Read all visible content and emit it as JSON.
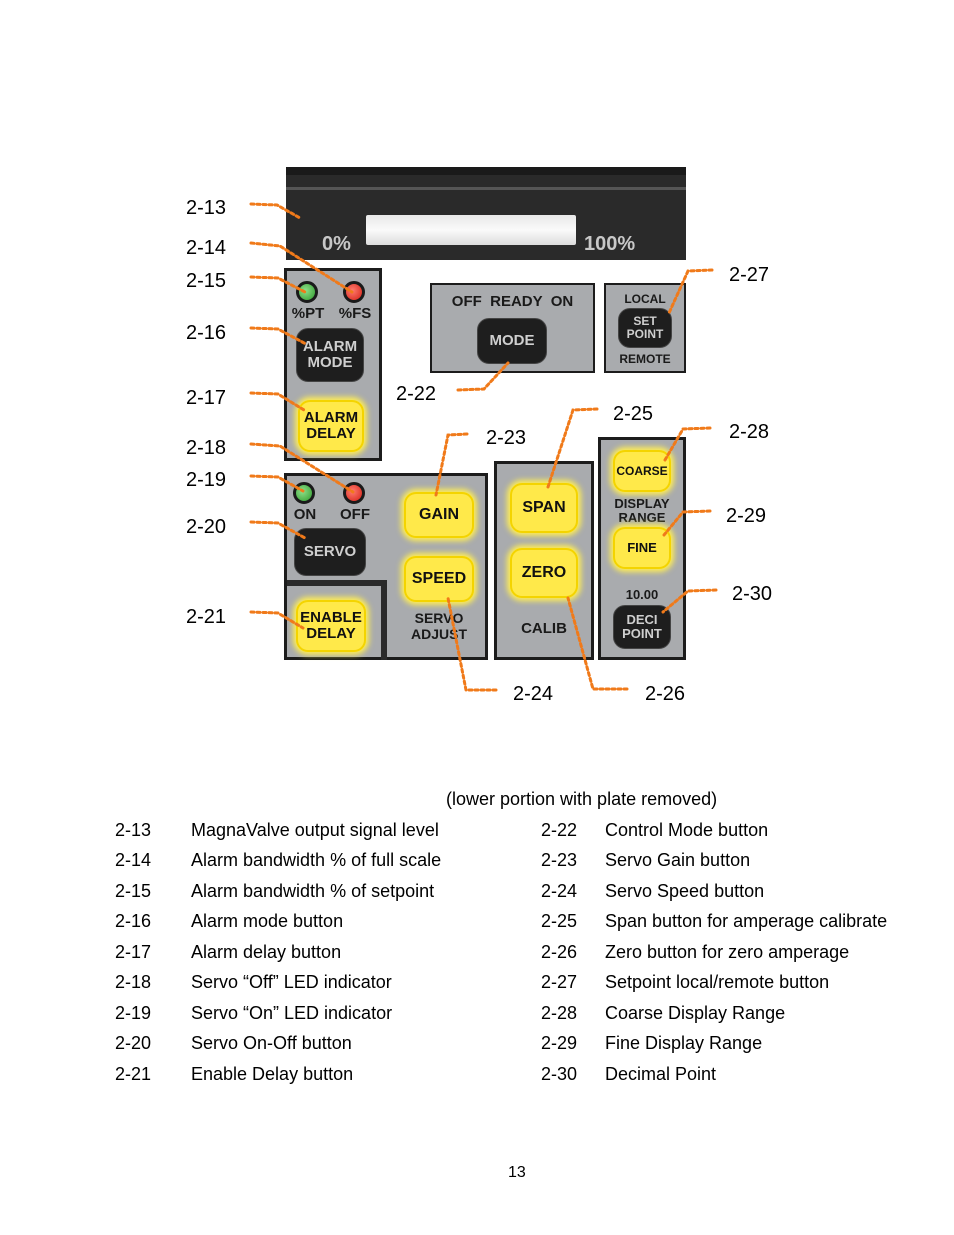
{
  "figure": {
    "bar": {
      "zero_label": "0%",
      "full_label": "100%"
    },
    "alarm": {
      "led_pt_label": "%PT",
      "led_fs_label": "%FS",
      "mode_button": "ALARM\nMODE",
      "delay_button": "ALARM\nDELAY"
    },
    "mode_panel": {
      "states": "OFF  READY  ON",
      "button": "MODE"
    },
    "setpoint_panel": {
      "top": "LOCAL",
      "button": "SET\nPOINT",
      "bottom": "REMOTE"
    },
    "servo": {
      "on_label": "ON",
      "off_label": "OFF",
      "servo_button": "SERVO",
      "enable_delay_button": "ENABLE\nDELAY",
      "gain_button": "GAIN",
      "speed_button": "SPEED",
      "adjust_label": "SERVO\nADJUST"
    },
    "calib": {
      "span_button": "SPAN",
      "zero_button": "ZERO",
      "label": "CALIB"
    },
    "display": {
      "coarse_button": "COARSE",
      "range_label": "DISPLAY\nRANGE",
      "fine_button": "FINE",
      "decimal_value": "10.00",
      "deci_button": "DECI\nPOINT"
    },
    "callouts": {
      "c13": "2-13",
      "c14": "2-14",
      "c15": "2-15",
      "c16": "2-16",
      "c17": "2-17",
      "c18": "2-18",
      "c19": "2-19",
      "c20": "2-20",
      "c21": "2-21",
      "c22": "2-22",
      "c23": "2-23",
      "c24": "2-24",
      "c25": "2-25",
      "c26": "2-26",
      "c27": "2-27",
      "c28": "2-28",
      "c29": "2-29",
      "c30": "2-30"
    },
    "colors": {
      "leader": "#f07a1a",
      "panel": "#a9abae",
      "button_yellow": "#ffe94a",
      "button_dark": "#1e1e1e"
    }
  },
  "caption": "(lower portion with plate removed)",
  "legend": {
    "left": [
      {
        "code": "2-13",
        "desc": "MagnaValve output signal level"
      },
      {
        "code": "2-14",
        "desc": "Alarm bandwidth % of full scale"
      },
      {
        "code": "2-15",
        "desc": "Alarm bandwidth % of setpoint"
      },
      {
        "code": "2-16",
        "desc": "Alarm mode button"
      },
      {
        "code": "2-17",
        "desc": "Alarm delay button"
      },
      {
        "code": "2-18",
        "desc": "Servo “Off” LED indicator"
      },
      {
        "code": "2-19",
        "desc": "Servo “On” LED indicator"
      },
      {
        "code": "2-20",
        "desc": "Servo On-Off button"
      },
      {
        "code": "2-21",
        "desc": "Enable Delay button"
      }
    ],
    "right": [
      {
        "code": "2-22",
        "desc": "Control Mode button"
      },
      {
        "code": "2-23",
        "desc": "Servo Gain button"
      },
      {
        "code": "2-24",
        "desc": "Servo Speed button"
      },
      {
        "code": "2-25",
        "desc": "Span button for amperage calibrate"
      },
      {
        "code": "2-26",
        "desc": "Zero button for zero amperage"
      },
      {
        "code": "2-27",
        "desc": "Setpoint local/remote button"
      },
      {
        "code": "2-28",
        "desc": "Coarse Display Range"
      },
      {
        "code": "2-29",
        "desc": "Fine Display Range"
      },
      {
        "code": "2-30",
        "desc": "Decimal Point"
      }
    ]
  },
  "page_number": "13"
}
